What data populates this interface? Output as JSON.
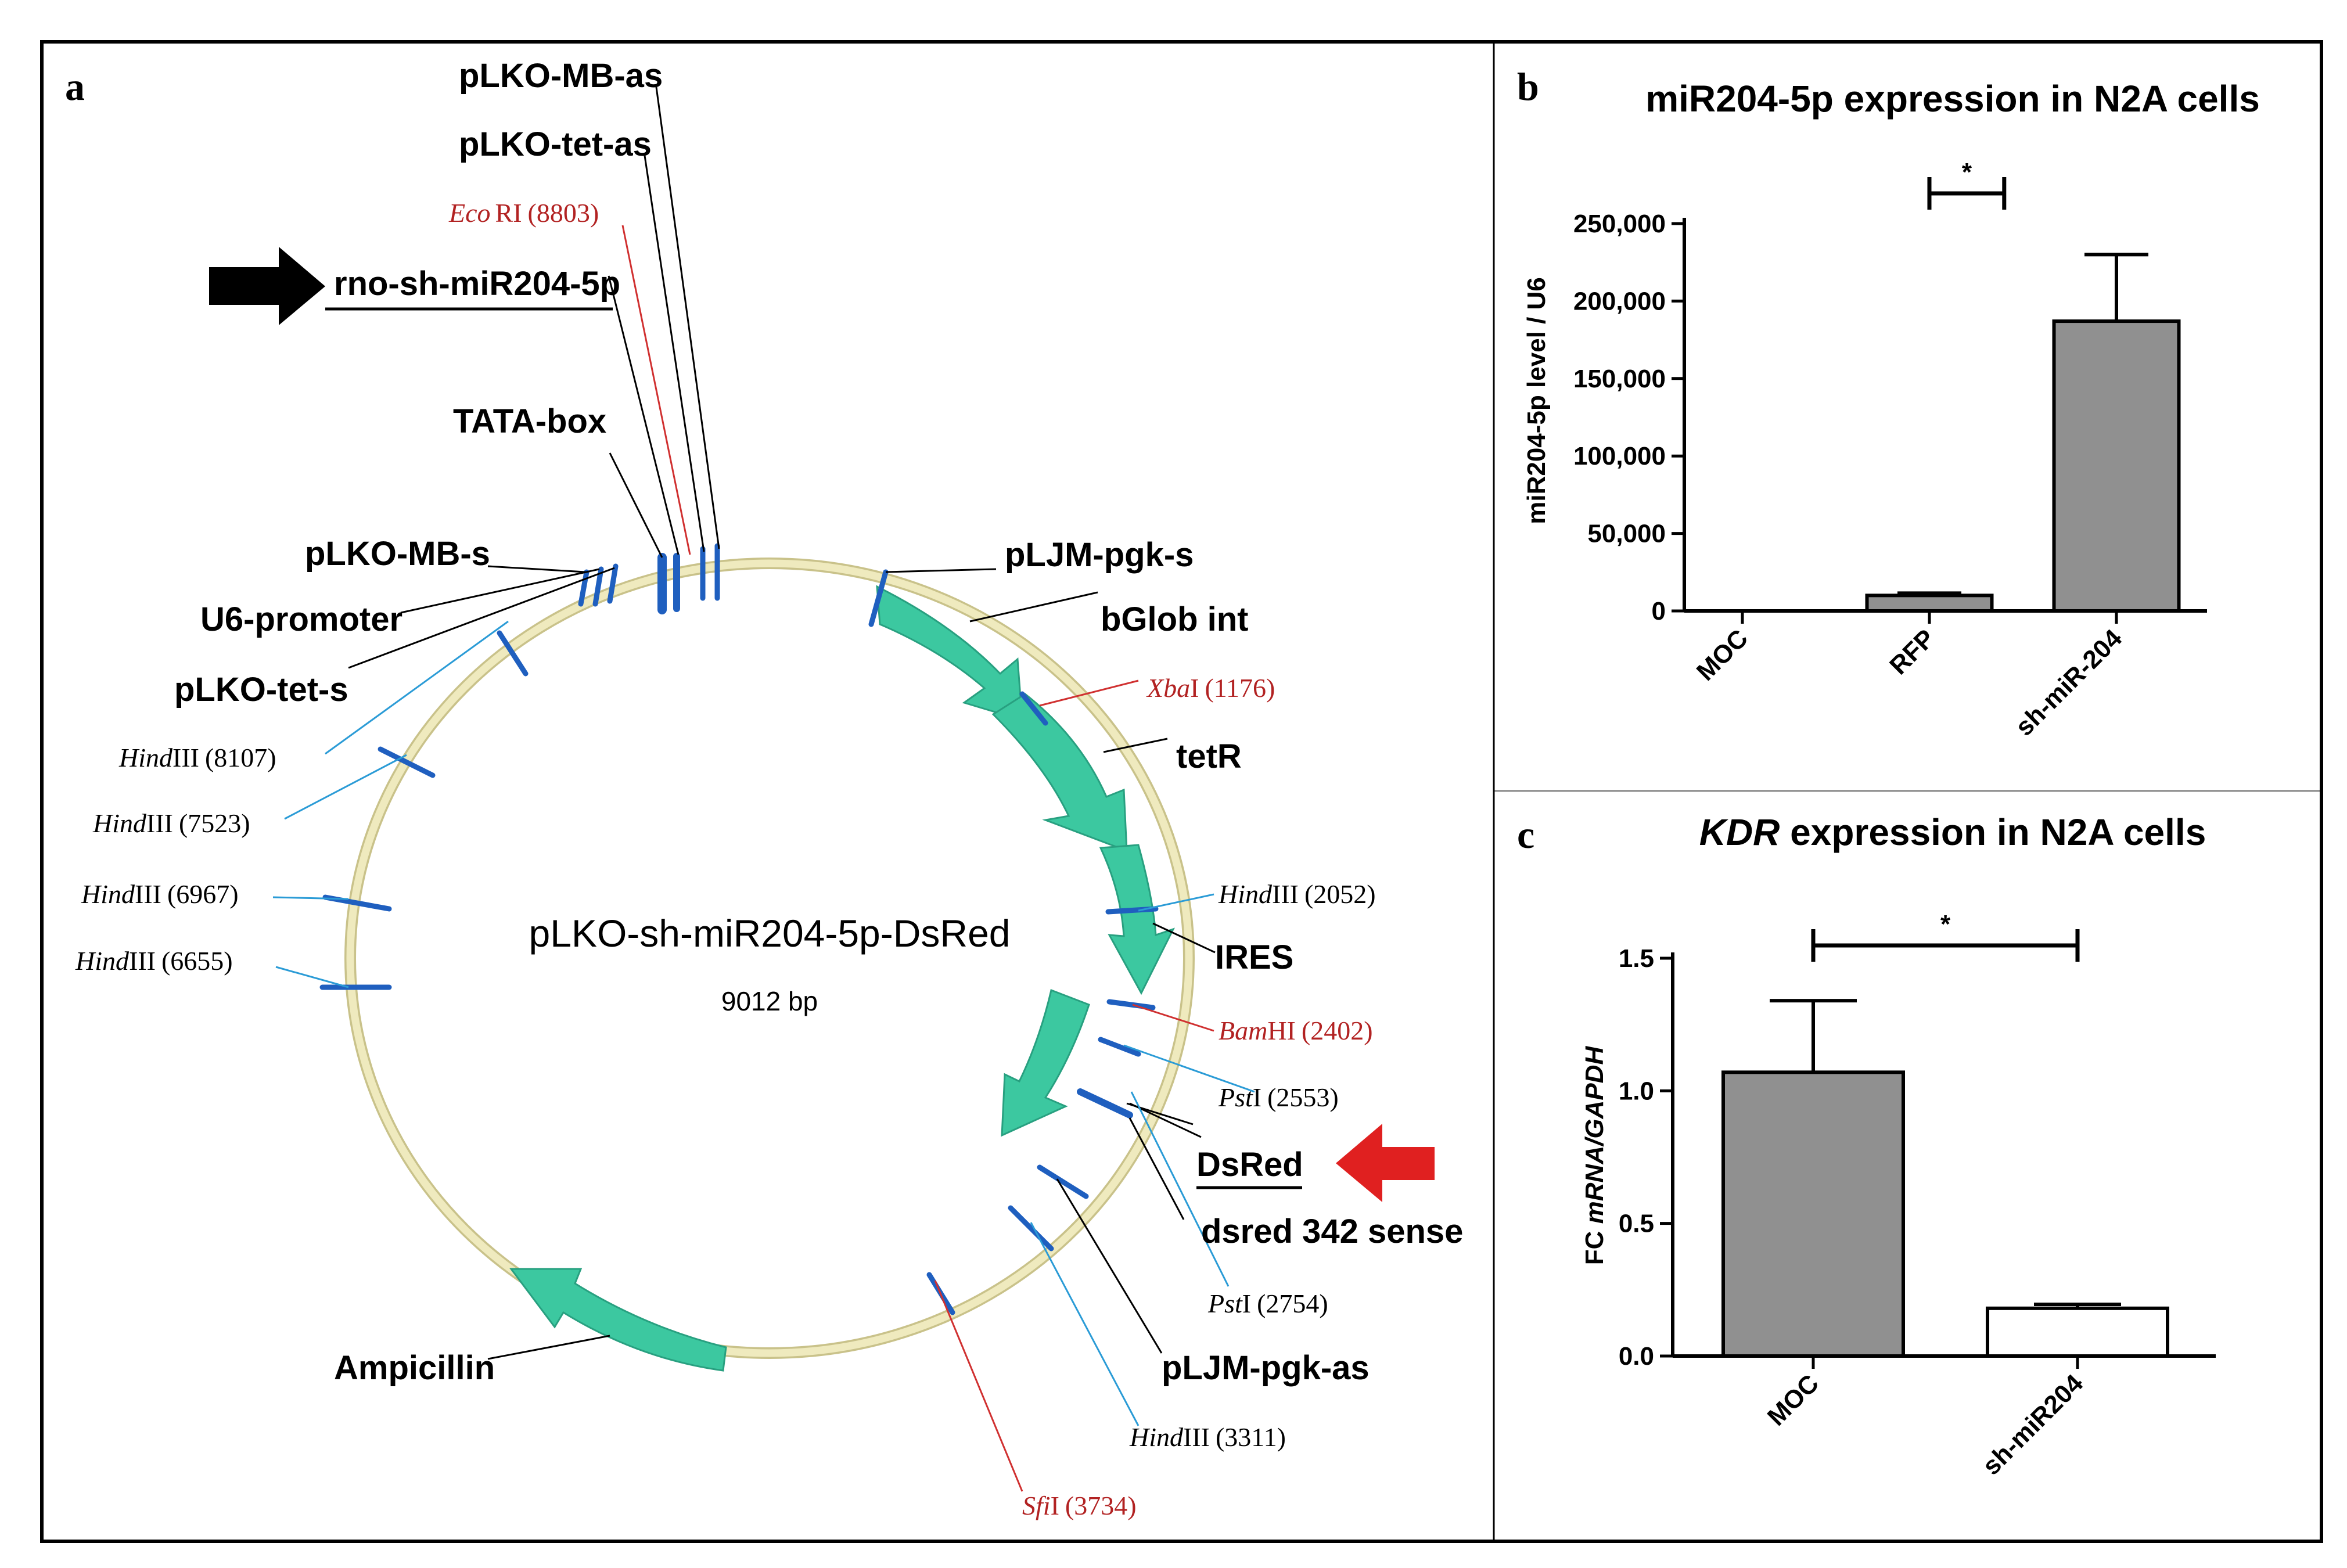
{
  "panel_a": {
    "letter": "a",
    "plasmid_name": "pLKO-sh-miR204-5p-DsRed",
    "plasmid_size": "9012 bp",
    "features": [
      "pLKO-MB-as",
      "pLKO-tet-as",
      "rno-sh-miR204-5p",
      "TATA-box",
      "pLKO-MB-s",
      "U6-promoter",
      "pLKO-tet-s",
      "pLJM-pgk-s",
      "bGlob int",
      "tetR",
      "IRES",
      "DsRed",
      "dsred 342 sense",
      "pLJM-pgk-as",
      "Ampicillin"
    ],
    "sites": [
      {
        "enzyme": "Eco",
        "suffix": "RI",
        "pos": "(8803)",
        "color": "#b22222"
      },
      {
        "enzyme": "Xba",
        "suffix": "I",
        "pos": "(1176)",
        "color": "#b22222"
      },
      {
        "enzyme": "Hind",
        "suffix": "III",
        "pos": "(2052)",
        "color": "#000000"
      },
      {
        "enzyme": "Bam",
        "suffix": "HI",
        "pos": "(2402)",
        "color": "#b22222"
      },
      {
        "enzyme": "Pst",
        "suffix": "I",
        "pos": "(2553)",
        "color": "#000000"
      },
      {
        "enzyme": "Pst",
        "suffix": "I",
        "pos": "(2754)",
        "color": "#000000"
      },
      {
        "enzyme": "Hind",
        "suffix": "III",
        "pos": "(3311)",
        "color": "#000000"
      },
      {
        "enzyme": "Sfi",
        "suffix": "I",
        "pos": "(3734)",
        "color": "#b22222"
      },
      {
        "enzyme": "Hind",
        "suffix": "III",
        "pos": "(8107)",
        "color": "#000000"
      },
      {
        "enzyme": "Hind",
        "suffix": "III",
        "pos": "(7523)",
        "color": "#000000"
      },
      {
        "enzyme": "Hind",
        "suffix": "III",
        "pos": "(6967)",
        "color": "#000000"
      },
      {
        "enzyme": "Hind",
        "suffix": "III",
        "pos": "(6655)",
        "color": "#000000"
      }
    ],
    "colors": {
      "backbone": "#e8e2a8",
      "arrows": "#3cc8a0",
      "markers": "#1f5fbf",
      "cut_red": "#d03030",
      "cut_blue": "#2a9bd6"
    }
  },
  "chart_data": [
    {
      "type": "bar",
      "panel": "b",
      "title": "miR204-5p expression in N2A cells",
      "ylabel": "miR204-5p level / U6",
      "categories": [
        "MOC",
        "RFP",
        "sh-miR-204"
      ],
      "values": [
        0,
        10000,
        187000
      ],
      "errors": [
        0,
        1500,
        43000
      ],
      "ylim": [
        0,
        250000
      ],
      "yticks": [
        "0",
        "50,000",
        "100,000",
        "150,000",
        "200,000",
        "250,000"
      ],
      "significance": "*",
      "bar_colors": [
        "#909090",
        "#909090",
        "#909090"
      ]
    },
    {
      "type": "bar",
      "panel": "c",
      "title_italic": "KDR",
      "title_rest": " expression in N2A cells",
      "ylabel_prefix": "FC ",
      "ylabel_italic": "mRNA/GAPDH",
      "categories": [
        "MOC",
        "sh-miR204"
      ],
      "values": [
        1.07,
        0.18
      ],
      "errors": [
        0.27,
        0.015
      ],
      "ylim": [
        0,
        1.5
      ],
      "yticks": [
        "0.0",
        "0.5",
        "1.0",
        "1.5"
      ],
      "significance": "*",
      "bar_colors": [
        "#909090",
        "#ffffff"
      ]
    }
  ]
}
